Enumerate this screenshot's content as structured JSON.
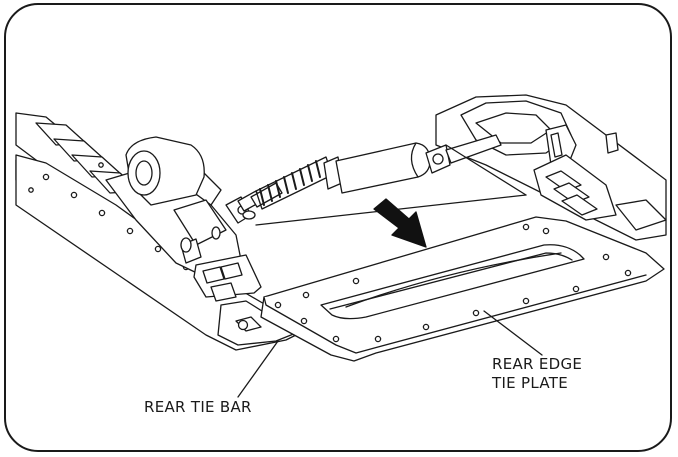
{
  "labels": {
    "rear_tie_bar": "REAR TIE BAR",
    "rear_edge_tie_plate_line1": "REAR EDGE",
    "rear_edge_tie_plate_line2": "TIE PLATE"
  },
  "colors": {
    "stroke": "#1a1a1a",
    "fill": "#ffffff",
    "arrow": "#111111"
  },
  "icons": {
    "direction": "arrow-down-right-icon"
  }
}
